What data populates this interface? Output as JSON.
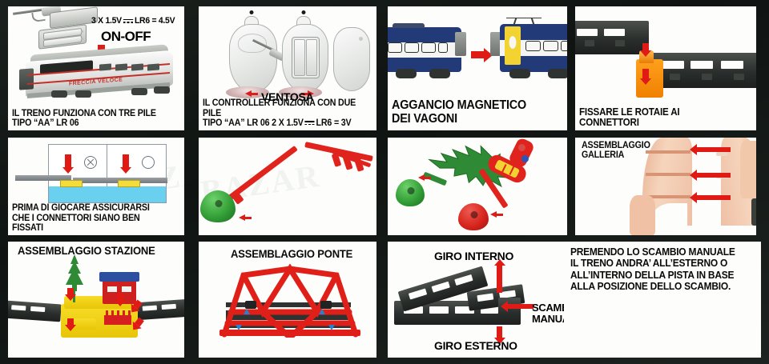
{
  "document": {
    "type": "toy-train-instruction-sheet",
    "language": "Italian",
    "background_color": "#151a18",
    "grid": "4 columns x 3 rows"
  },
  "panels": [
    {
      "id": "panel-battery-loco",
      "spec": "3 X 1.5V",
      "spec2": "LR6 =  4.5V",
      "switch_label": "ON-OFF",
      "train_name": "FRECCIA VELOCE",
      "caption": "IL TRENO FUNZIONA CON TRE PILE\nTIPO “AA” LR 06"
    },
    {
      "id": "panel-controller",
      "suction_label": "VENTOSA",
      "caption": "IL CONTROLLER FUNZIONA CON DUE PILE\nTIPO “AA” LR 06  2 X 1.5V",
      "caption_tail": "LR6 =  3V"
    },
    {
      "id": "panel-magnetic-coupling",
      "caption": "AGGANCIO MAGNETICO\nDEI VAGONI"
    },
    {
      "id": "panel-rail-connectors",
      "caption": "FISSARE LE ROTAIE AI\nCONNETTORI"
    },
    {
      "id": "panel-connector-check",
      "mark_wrong": "x-mark",
      "mark_right": "o-mark",
      "watermark": "BAZAR",
      "caption": "PRIMA DI GIOCARE ASSICURARSI\nCHE I CONNETTORI SIANO BEN FISSATI"
    },
    {
      "id": "panel-signal-pole",
      "caption": ""
    },
    {
      "id": "panel-tree-and-light",
      "caption": ""
    },
    {
      "id": "panel-tunnel",
      "caption": "ASSEMBLAGGIO\nGALLERIA"
    },
    {
      "id": "panel-station",
      "caption": "ASSEMBLAGGIO STAZIONE"
    },
    {
      "id": "panel-bridge",
      "caption": "ASSEMBLAGGIO PONTE"
    },
    {
      "id": "panel-switch",
      "label_inner": "GIRO INTERNO",
      "label_outer": "GIRO ESTERNO",
      "label_manual": "SCAMBIO\nMANUALE"
    },
    {
      "id": "panel-switch-text",
      "text": "PREMENDO LO SCAMBIO MANUALE\nIL TRENO ANDRA’ ALL’ESTERNO O\nALL’INTERNO DELLA PISTA IN BASE\nALLA POSIZIONE DELLO SCAMBIO."
    }
  ],
  "colors": {
    "red": "#e01b16",
    "blue": "#223a78",
    "yellow": "#f2d332",
    "green": "#2f8a35",
    "orange": "#f08000",
    "dark": "#2a2e2c",
    "water": "#69d0ef"
  }
}
